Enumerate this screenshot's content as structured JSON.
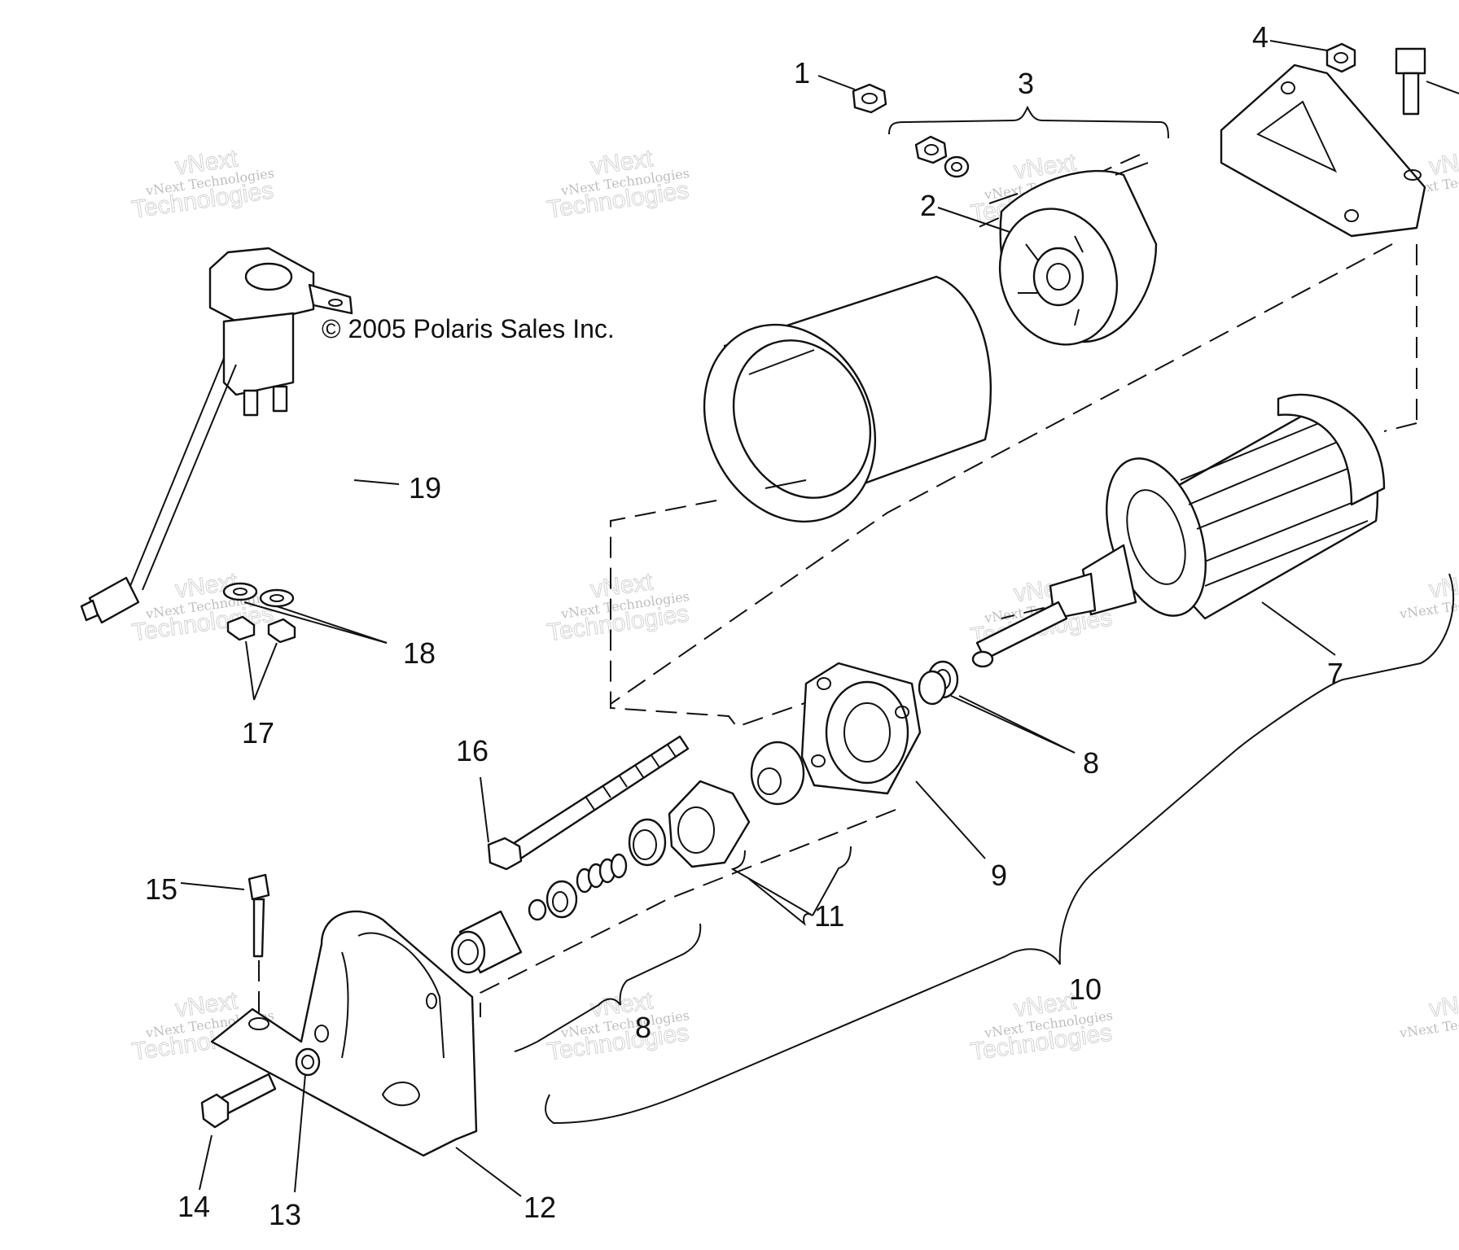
{
  "copyright": "© 2005 Polaris Sales Inc.",
  "watermark": {
    "line1": "vNext Technologies",
    "line2": "vNext",
    "line3": "Technologies"
  },
  "callouts": {
    "c1": "1",
    "c2": "2",
    "c3": "3",
    "c4": "4",
    "c7": "7",
    "c8a": "8",
    "c8b": "8",
    "c9": "9",
    "c10": "10",
    "c11": "11",
    "c12": "12",
    "c13": "13",
    "c14": "14",
    "c15": "15",
    "c16": "16",
    "c17": "17",
    "c18": "18",
    "c19": "19"
  }
}
